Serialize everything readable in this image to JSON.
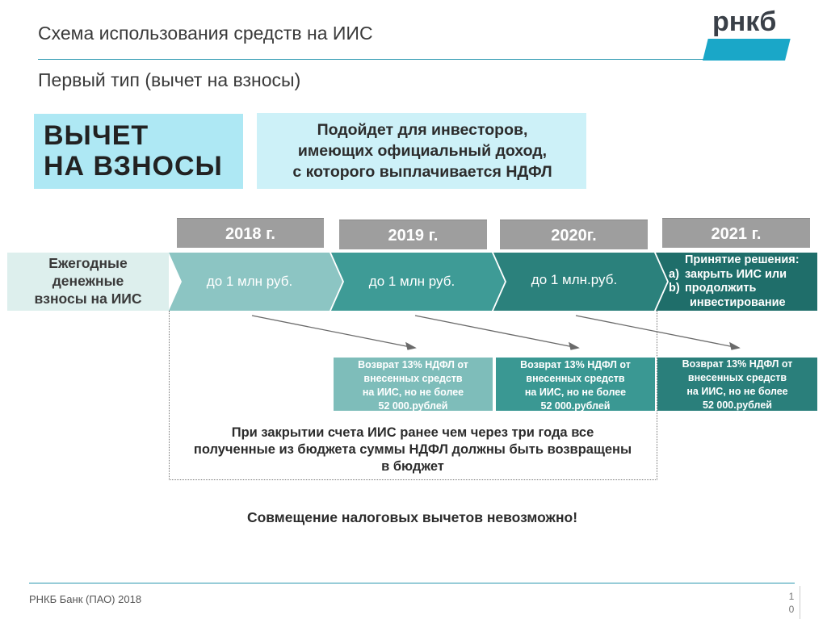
{
  "header": {
    "title": "Схема использования средств на ИИС",
    "subtitle": "Первый тип (вычет на взносы)",
    "logo_text": "рнкб",
    "accent_color": "#1aa7c8"
  },
  "highlight": {
    "line1": "ВЫЧЕТ",
    "line2": "НА ВЗНОСЫ"
  },
  "info": {
    "line1": "Подойдет для инвесторов,",
    "line2": "имеющих официальный доход,",
    "line3": "с которого выплачивается НДФЛ"
  },
  "years": [
    "2018 г.",
    "2019 г.",
    "2020г.",
    "2021 г."
  ],
  "row_label": {
    "line1": "Ежегодные",
    "line2": "денежные",
    "line3": "взносы на ИИС"
  },
  "contributions": [
    "до 1 млн руб.",
    "до 1 млн руб.",
    "до 1 млн.руб."
  ],
  "decision": {
    "heading": "Принятие решения:",
    "a_marker": "a)",
    "a_text": "закрыть ИИС  или",
    "b_marker": "b)",
    "b_text": "продолжить",
    "b_text2": "инвестирование"
  },
  "refunds": [
    {
      "l1": "Возврат 13% НДФЛ от",
      "l2": "внесенных средств",
      "l3": "на ИИС, но не более",
      "l4": "52 000.рублей"
    },
    {
      "l1": "Возврат 13% НДФЛ от",
      "l2": "внесенных средств",
      "l3": "на ИИС, но не более",
      "l4": "52 000.рублей"
    },
    {
      "l1": "Возврат 13% НДФЛ от",
      "l2": "внесенных средств",
      "l3": "на ИИС, но не более",
      "l4": "52 000.рублей"
    }
  ],
  "note": {
    "line1": "При закрытии счета ИИС ранее чем через три года все",
    "line2": "полученные из бюджета суммы НДФЛ должны быть возвращены",
    "line3": "в бюджет"
  },
  "combine_text": "Совмещение налоговых вычетов невозможно!",
  "footer": {
    "left": "РНКБ Банк (ПАО) 2018",
    "page_d1": "1",
    "page_d2": "0"
  }
}
